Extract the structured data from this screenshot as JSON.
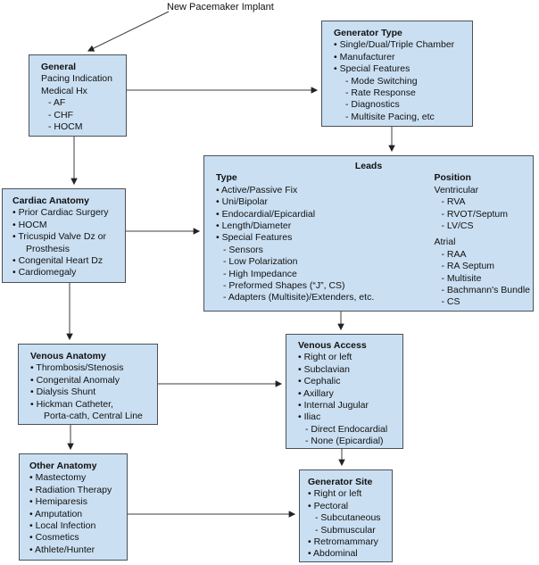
{
  "colors": {
    "box_fill": "#cadff2",
    "box_border": "#4b5058",
    "arrow": "#3d3d3d",
    "text": "#111111"
  },
  "root_label": "New Pacemaker Implant",
  "nodes": {
    "general": {
      "title": "General",
      "lines": [
        "Pacing Indication",
        "Medical Hx",
        "- AF",
        "- CHF",
        "- HOCM"
      ]
    },
    "generator_type": {
      "title": "Generator Type",
      "lines": [
        "• Single/Dual/Triple Chamber",
        "• Manufacturer",
        "• Special Features",
        "- Mode Switching",
        "- Rate Response",
        "- Diagnostics",
        "- Multisite Pacing, etc"
      ]
    },
    "leads": {
      "title": "Leads",
      "type_heading": "Type",
      "type_lines": [
        "• Active/Passive Fix",
        "• Uni/Bipolar",
        "• Endocardial/Epicardial",
        "• Length/Diameter",
        "• Special Features",
        "- Sensors",
        "- Low Polarization",
        "- High Impedance",
        "- Preformed Shapes (“J”, CS)",
        "- Adapters (Multisite)/Extenders, etc."
      ],
      "position_heading": "Position",
      "ventricular_label": "Ventricular",
      "ventricular_items": [
        "- RVA",
        "- RVOT/Septum",
        "- LV/CS"
      ],
      "atrial_label": "Atrial",
      "atrial_items": [
        "- RAA",
        "- RA Septum",
        "- Multisite",
        "- Bachmann's Bundle",
        "- CS"
      ]
    },
    "cardiac_anatomy": {
      "title": "Cardiac Anatomy",
      "lines": [
        "• Prior Cardiac Surgery",
        "• HOCM",
        "• Tricuspid Valve Dz or",
        "Prosthesis",
        "• Congenital Heart Dz",
        "• Cardiomegaly"
      ]
    },
    "venous_anatomy": {
      "title": "Venous Anatomy",
      "lines": [
        "• Thrombosis/Stenosis",
        "• Congenital Anomaly",
        "• Dialysis Shunt",
        "• Hickman Catheter,",
        "Porta-cath, Central Line"
      ]
    },
    "venous_access": {
      "title": "Venous Access",
      "lines": [
        "• Right or left",
        "• Subclavian",
        "• Cephalic",
        "• Axillary",
        "• Internal Jugular",
        "• Iliac",
        "- Direct Endocardial",
        "- None (Epicardial)"
      ]
    },
    "other_anatomy": {
      "title": "Other Anatomy",
      "lines": [
        "• Mastectomy",
        "• Radiation Therapy",
        "• Hemiparesis",
        "• Amputation",
        "• Local Infection",
        "• Cosmetics",
        "• Athlete/Hunter"
      ]
    },
    "generator_site": {
      "title": "Generator Site",
      "lines": [
        "• Right or left",
        "• Pectoral",
        "- Subcutaneous",
        "- Submuscular",
        "• Retromammary",
        "• Abdominal"
      ]
    }
  },
  "edges": [
    {
      "from": "new-pacemaker-implant",
      "to": "general"
    },
    {
      "from": "general",
      "to": "generator-type"
    },
    {
      "from": "generator-type",
      "to": "leads"
    },
    {
      "from": "general",
      "to": "cardiac-anatomy"
    },
    {
      "from": "cardiac-anatomy",
      "to": "leads"
    },
    {
      "from": "cardiac-anatomy",
      "to": "venous-anatomy"
    },
    {
      "from": "venous-anatomy",
      "to": "venous-access"
    },
    {
      "from": "leads",
      "to": "venous-access"
    },
    {
      "from": "venous-anatomy",
      "to": "other-anatomy"
    },
    {
      "from": "venous-access",
      "to": "generator-site"
    },
    {
      "from": "other-anatomy",
      "to": "generator-site"
    }
  ]
}
